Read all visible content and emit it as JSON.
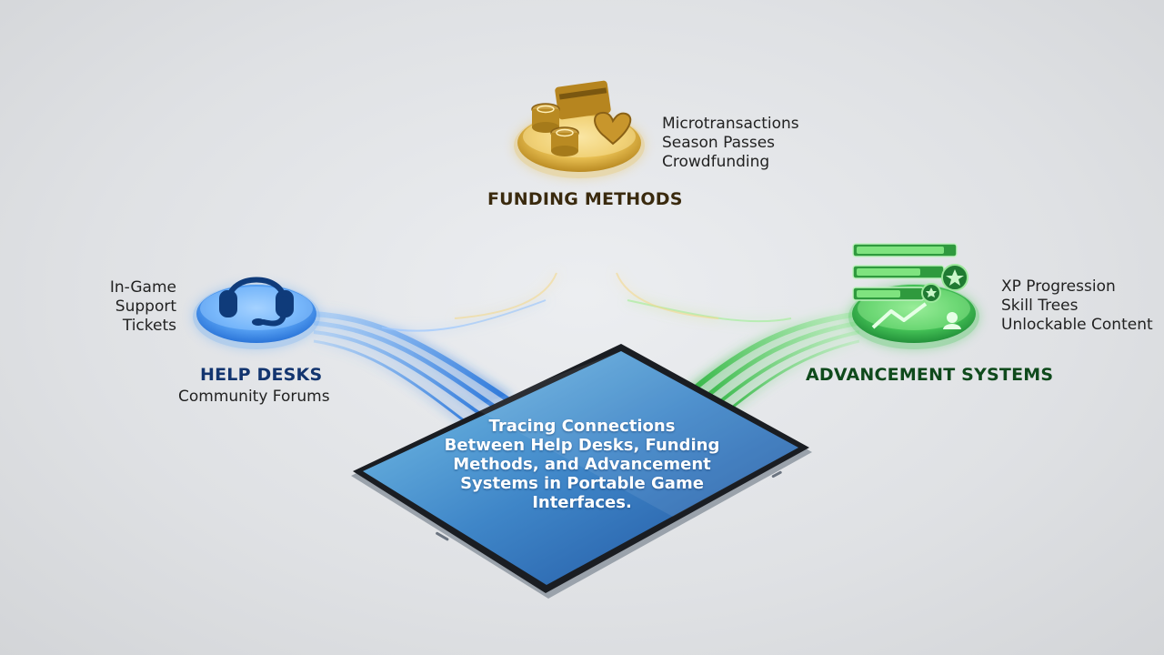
{
  "center": {
    "text_lines": [
      "Tracing Connections",
      "Between Help Desks, Funding",
      "Methods, and Advancement",
      "Systems in Portable Game",
      "Interfaces."
    ]
  },
  "nodes": {
    "help_desks": {
      "title": "HELP DESKS",
      "items_left": [
        "In-Game",
        "Support Tickets"
      ],
      "item_below": "Community Forums",
      "icon": "headset-icon",
      "color": "#2f7fe0"
    },
    "funding_methods": {
      "title": "FUNDING METHODS",
      "items": [
        "Microtransactions",
        "Season Passes",
        "Crowdfunding"
      ],
      "icon": "coins-card-heart-icon",
      "color": "#d9a82e"
    },
    "advancement_systems": {
      "title": "ADVANCEMENT SYSTEMS",
      "items": [
        "XP Progression",
        "Skill Trees",
        "Unlockable Content"
      ],
      "icon": "progress-bars-badge-icon",
      "color": "#3bbf4a"
    }
  }
}
